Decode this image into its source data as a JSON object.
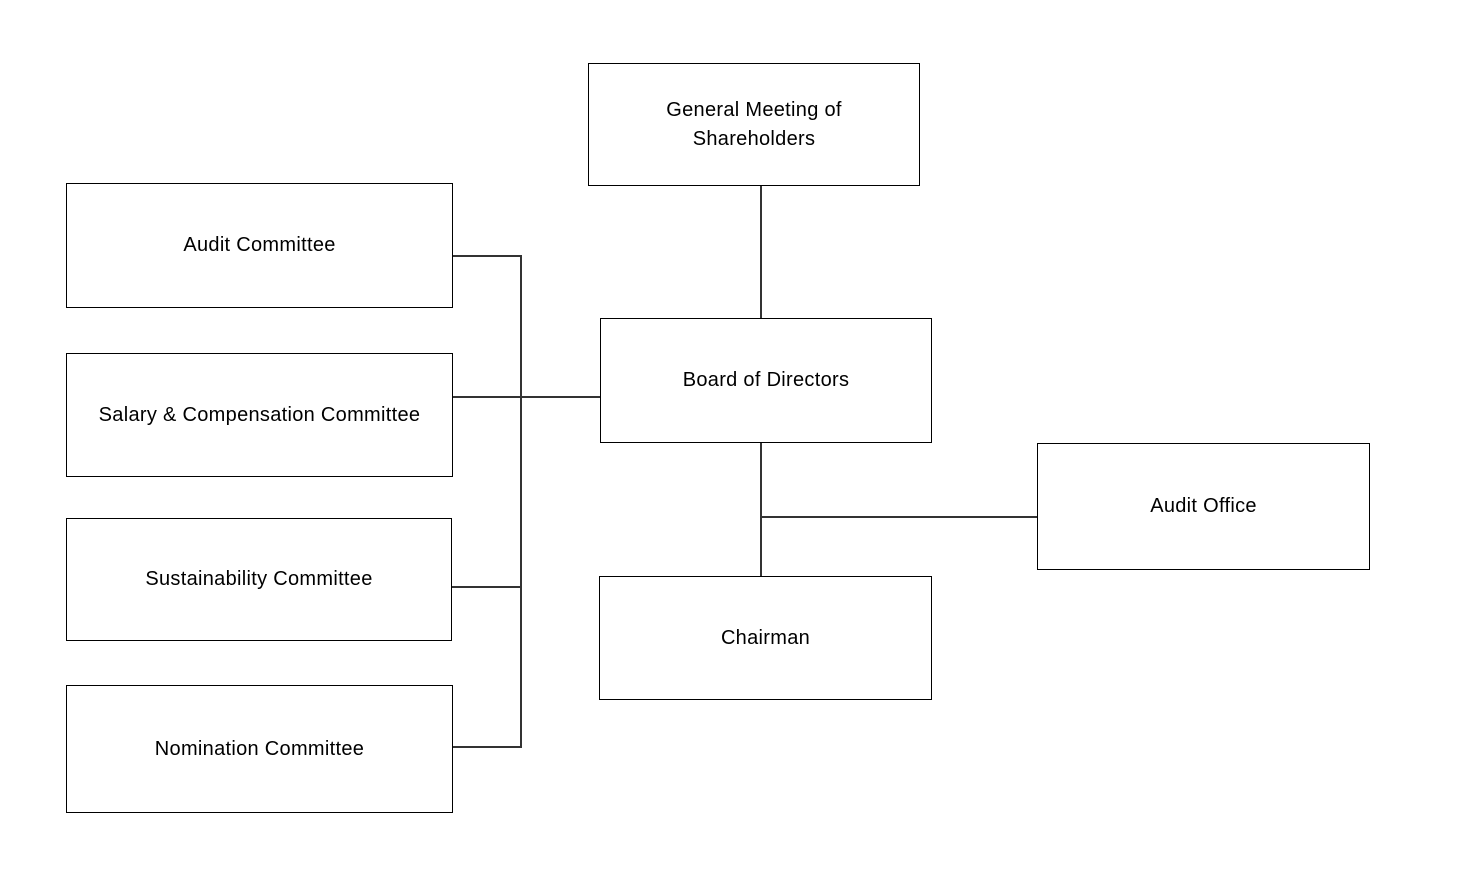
{
  "diagram": {
    "type": "org-chart",
    "title": "Corporate governance organization chart",
    "colors": {
      "background": "#ffffff",
      "box_fill": "#ffffff",
      "box_border": "#000000",
      "connector": "#333333",
      "text": "#000000"
    },
    "nodes": [
      {
        "id": "general-meeting",
        "label": "General Meeting of Shareholders"
      },
      {
        "id": "board",
        "label": "Board of Directors"
      },
      {
        "id": "chairman",
        "label": "Chairman"
      },
      {
        "id": "audit-office",
        "label": "Audit Office"
      },
      {
        "id": "audit-committee",
        "label": "Audit Committee"
      },
      {
        "id": "salary-compensation-committee",
        "label": "Salary & Compensation Committee"
      },
      {
        "id": "sustainability-committee",
        "label": "Sustainability Committee"
      },
      {
        "id": "nomination-committee",
        "label": "Nomination Committee"
      }
    ],
    "edges": [
      {
        "from": "general-meeting",
        "to": "board"
      },
      {
        "from": "board",
        "to": "chairman"
      },
      {
        "from": "board",
        "to": "audit-office"
      },
      {
        "from": "board",
        "to": "audit-committee"
      },
      {
        "from": "board",
        "to": "salary-compensation-committee"
      },
      {
        "from": "board",
        "to": "sustainability-committee"
      },
      {
        "from": "board",
        "to": "nomination-committee"
      }
    ]
  }
}
